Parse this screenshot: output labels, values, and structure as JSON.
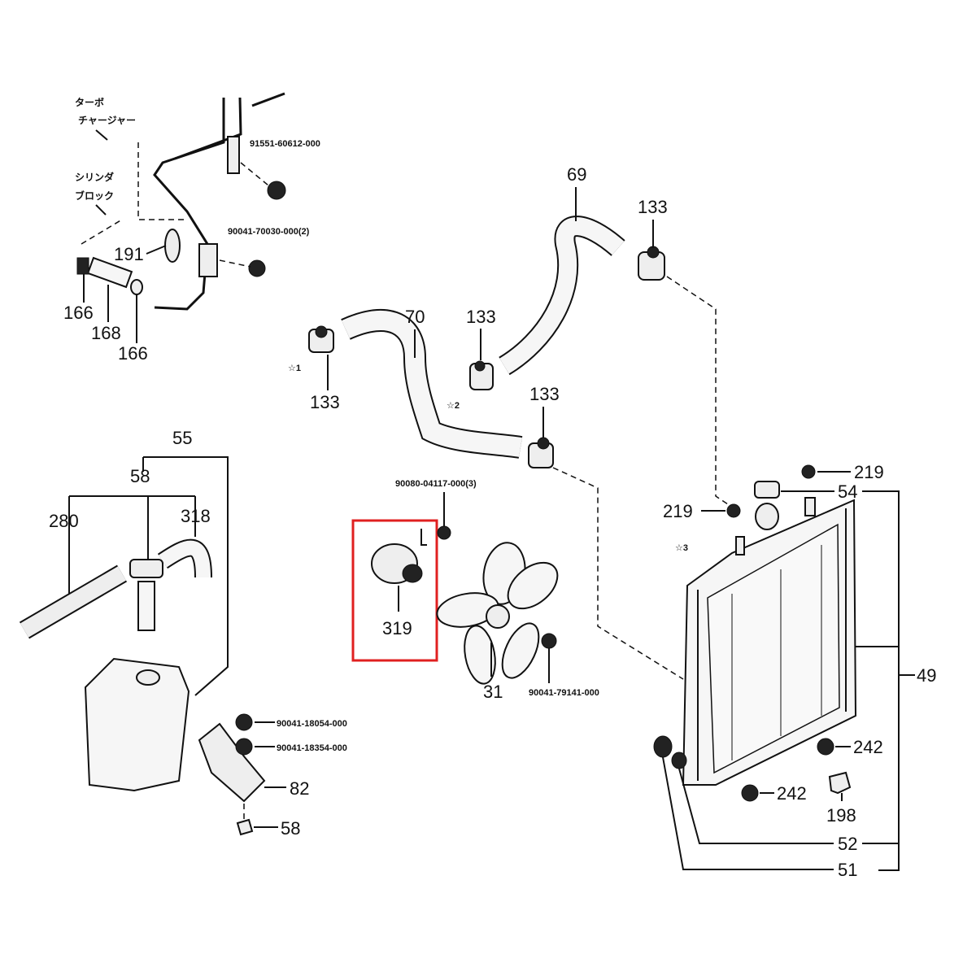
{
  "highlight_color": "#e02020",
  "annotations": {
    "turbo_jp": "ターボ",
    "charger_jp": "チャージャー",
    "cylinder_jp": "シリンダ",
    "block_jp": "ブロック",
    "star1": "☆1",
    "star2": "☆2",
    "star3": "☆3"
  },
  "part_numbers": {
    "pn_91551": "91551-60612-000",
    "pn_90041_70": "90041-70030-000(2)",
    "pn_90080": "90080-04117-000(3)",
    "pn_90041_79": "90041-79141-000",
    "pn_90041_18_a": "90041-18054-000",
    "pn_90041_18_b": "90041-18354-000"
  },
  "callouts": {
    "c191": "191",
    "c166a": "166",
    "c168": "168",
    "c166b": "166",
    "c69": "69",
    "c70": "70",
    "c133a": "133",
    "c133b": "133",
    "c133c": "133",
    "c133d": "133",
    "c219a": "219",
    "c219b": "219",
    "c54": "54",
    "c49": "49",
    "c242a": "242",
    "c242b": "242",
    "c198": "198",
    "c52": "52",
    "c51": "51",
    "c55": "55",
    "c58a": "58",
    "c280": "280",
    "c318": "318",
    "c319": "319",
    "c31": "31",
    "c82": "82",
    "c58b": "58"
  }
}
